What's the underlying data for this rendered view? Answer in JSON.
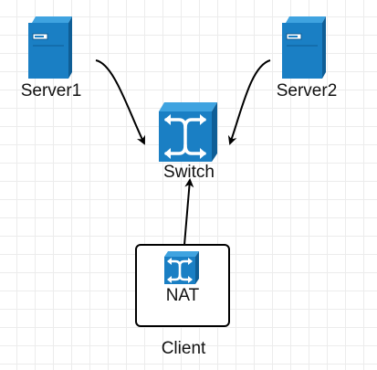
{
  "nodes": {
    "server1": {
      "label": "Server1",
      "icon": "server-icon"
    },
    "server2": {
      "label": "Server2",
      "icon": "server-icon"
    },
    "switch": {
      "label": "Switch",
      "icon": "switch-icon"
    },
    "nat": {
      "label": "NAT",
      "icon": "switch-icon"
    },
    "client": {
      "label": "Client"
    }
  },
  "edges": [
    {
      "from": "server1",
      "to": "switch"
    },
    {
      "from": "server2",
      "to": "switch"
    },
    {
      "from": "nat",
      "to": "switch"
    }
  ],
  "colors": {
    "device_fill": "#1a7fc4",
    "device_dark": "#0f5e96",
    "device_light": "#3fa3e0",
    "line": "#000000"
  }
}
